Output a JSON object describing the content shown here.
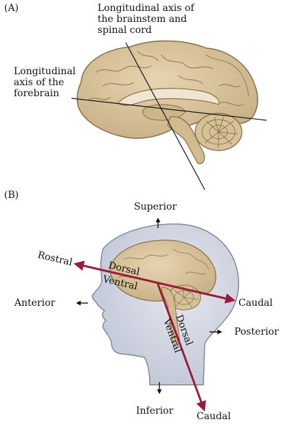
{
  "panel_a": {
    "label": "(A)",
    "axis_brainstem_label": [
      "Longitudinal axis of",
      "the brainstem and",
      "spinal cord"
    ],
    "axis_forebrain_label": [
      "Longitudinal",
      "axis of the",
      "forebrain"
    ]
  },
  "panel_b": {
    "label": "(B)",
    "superior": "Superior",
    "inferior": "Inferior",
    "anterior": "Anterior",
    "posterior": "Posterior",
    "rostral": "Rostral",
    "caudal_horizontal": "Caudal",
    "caudal_vertical": "Caudal",
    "dorsal_forebrain": "Dorsal",
    "ventral_forebrain": "Ventral",
    "dorsal_spinal": "Dorsal",
    "ventral_spinal": "Ventral"
  },
  "colors": {
    "brain_fill": "#d8c39c",
    "brain_stroke": "#8a7148",
    "head_fill": "#d3d7e3",
    "axis_arrow": "#9b1b3a"
  }
}
